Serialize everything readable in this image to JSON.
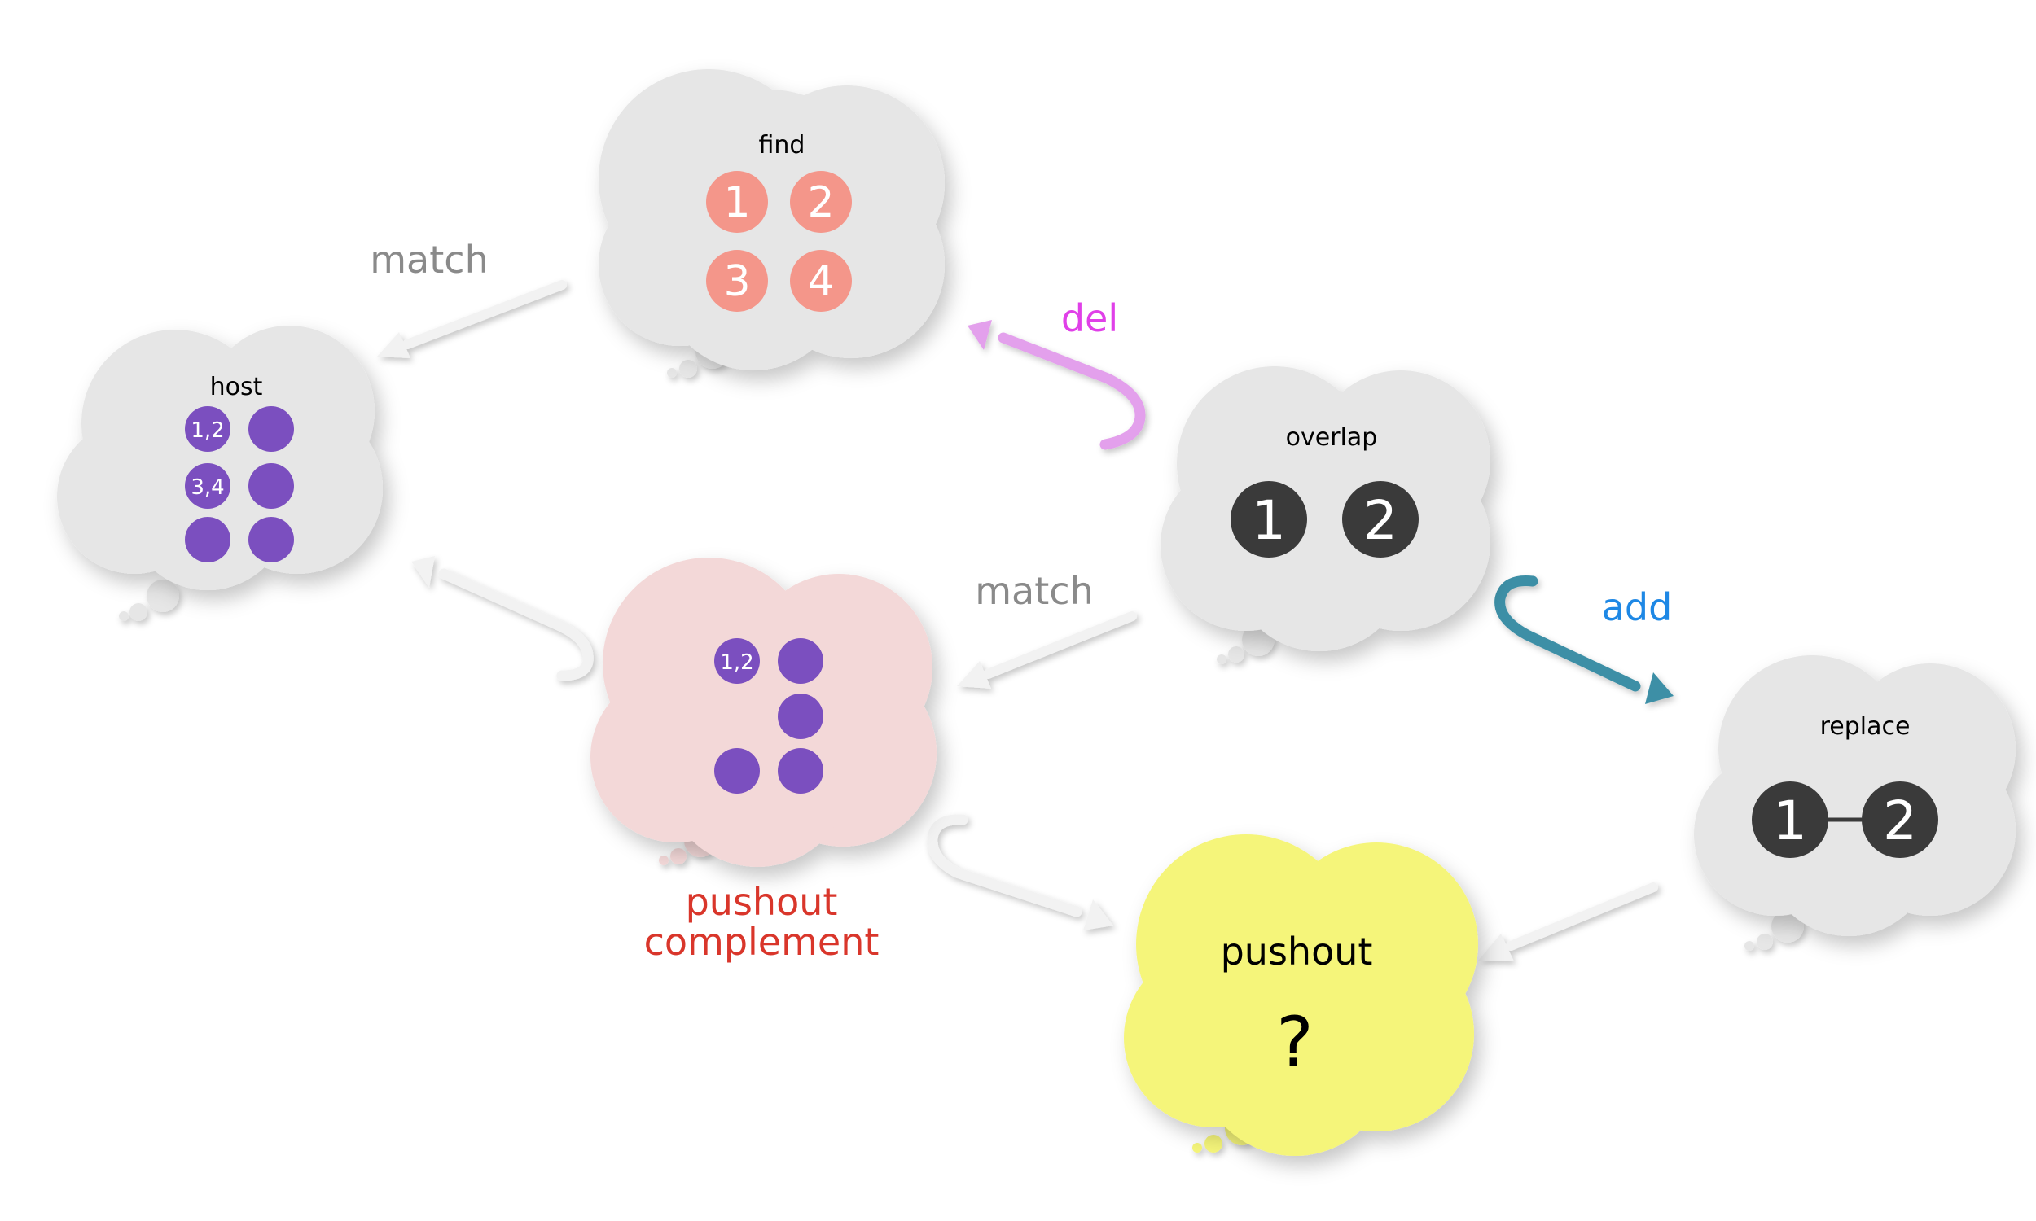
{
  "colors": {
    "cloud_gray": "#e6e6e6",
    "cloud_pink": "#f3d8d8",
    "cloud_yellow": "#f5f57a",
    "node_salmon": "#f4968a",
    "node_purple": "#7b4fbf",
    "node_dark": "#3a3a3a",
    "arrow_gray": "#f2f2f2",
    "arrow_pink": "#e3a0ec",
    "arrow_teal": "#3d8fa6",
    "label_gray": "#8a8a8a",
    "label_magenta": "#e040e8",
    "label_blue": "#1e88e5",
    "label_red": "#d9362b"
  },
  "clouds": {
    "find": {
      "title": "find",
      "nodes": [
        "1",
        "2",
        "3",
        "4"
      ]
    },
    "host": {
      "title": "host",
      "nodes": [
        "1,2",
        "",
        "3,4",
        "",
        "",
        ""
      ]
    },
    "overlap": {
      "title": "overlap",
      "nodes": [
        "1",
        "2"
      ]
    },
    "replace": {
      "title": "replace",
      "nodes": [
        "1",
        "2"
      ]
    },
    "complement": {
      "title": "",
      "nodes": [
        "1,2",
        "",
        "",
        "",
        ""
      ]
    },
    "pushout": {
      "title": "pushout",
      "content": "?"
    }
  },
  "labels": {
    "match_top": "match",
    "match_mid": "match",
    "del": "del",
    "add": "add",
    "pushout_complement": [
      "pushout",
      "complement"
    ]
  }
}
